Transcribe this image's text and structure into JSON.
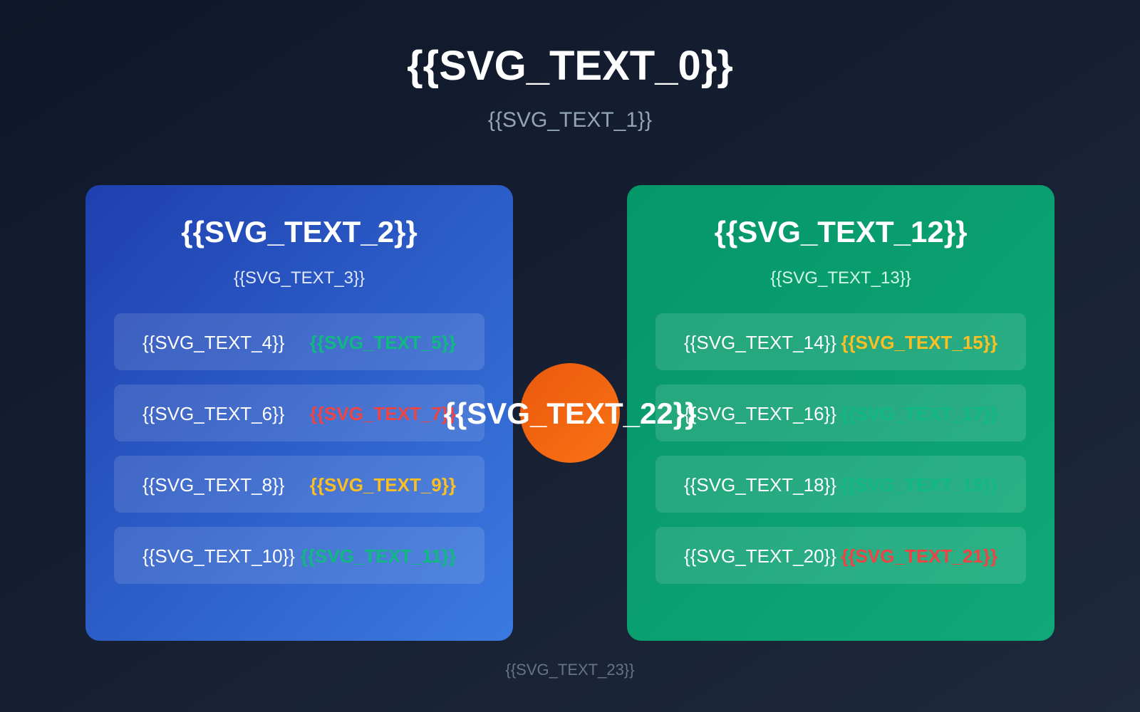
{
  "title": "{{SVG_TEXT_0}}",
  "subtitle": "{{SVG_TEXT_1}}",
  "left_panel": {
    "title": "{{SVG_TEXT_2}}",
    "subtitle": "{{SVG_TEXT_3}}",
    "rows": [
      {
        "label": "{{SVG_TEXT_4}}",
        "value": "{{SVG_TEXT_5}}",
        "value_color": "#10b981"
      },
      {
        "label": "{{SVG_TEXT_6}}",
        "value": "{{SVG_TEXT_7}}",
        "value_color": "#ef4444"
      },
      {
        "label": "{{SVG_TEXT_8}}",
        "value": "{{SVG_TEXT_9}}",
        "value_color": "#fbbf24"
      },
      {
        "label": "{{SVG_TEXT_10}}",
        "value": "{{SVG_TEXT_11}}",
        "value_color": "#10b981"
      }
    ]
  },
  "right_panel": {
    "title": "{{SVG_TEXT_12}}",
    "subtitle": "{{SVG_TEXT_13}}",
    "rows": [
      {
        "label": "{{SVG_TEXT_14}}",
        "value": "{{SVG_TEXT_15}}",
        "value_color": "#fbbf24"
      },
      {
        "label": "{{SVG_TEXT_16}}",
        "value": "{{SVG_TEXT_17}}",
        "value_color": "#10b981"
      },
      {
        "label": "{{SVG_TEXT_18}}",
        "value": "{{SVG_TEXT_19}}",
        "value_color": "#10b981"
      },
      {
        "label": "{{SVG_TEXT_20}}",
        "value": "{{SVG_TEXT_21}}",
        "value_color": "#ef4444"
      }
    ]
  },
  "center_badge": "{{SVG_TEXT_22}}",
  "footer": "{{SVG_TEXT_23}}",
  "colors": {
    "left_panel": [
      "#1e40af",
      "#3b7ae0"
    ],
    "right_panel": [
      "#059669",
      "#10a877"
    ],
    "badge": [
      "#ea580c",
      "#f97316"
    ]
  }
}
